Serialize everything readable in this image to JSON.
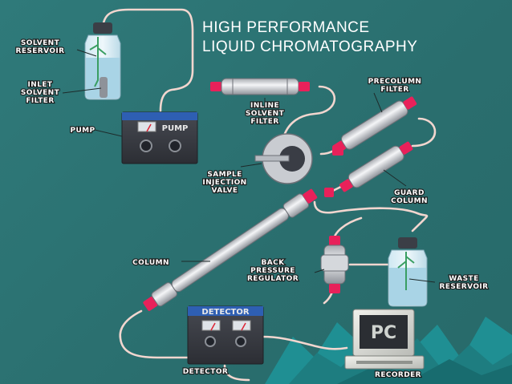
{
  "title": {
    "line1": "HIGH PERFORMANCE",
    "line2": "LIQUID CHROMATOGRAPHY"
  },
  "labels": {
    "solvent_reservoir": [
      "SOLVENT",
      "RESERVOIR"
    ],
    "inlet_solvent_filter": [
      "INLET",
      "SOLVENT",
      "FILTER"
    ],
    "pump": [
      "PUMP"
    ],
    "inline_solvent_filter": [
      "INLINE",
      "SOLVENT",
      "FILTER"
    ],
    "precolumn_filter": [
      "PRECOLUMN",
      "FILTER"
    ],
    "sample_injection_valve": [
      "SAMPLE",
      "INJECTION",
      "VALVE"
    ],
    "guard_column": [
      "GUARD",
      "COLUMN"
    ],
    "column": [
      "COLUMN"
    ],
    "back_pressure_regulator": [
      "BACK",
      "PRESSURE",
      "REGULATOR"
    ],
    "waste_reservoir": [
      "WASTE",
      "RESERVOIR"
    ],
    "detector": [
      "DETECTOR"
    ],
    "recorder": [
      "RECORDER"
    ]
  },
  "devices": {
    "pump_panel": "PUMP",
    "detector_panel": "DETECTOR",
    "pc_screen": "PC"
  },
  "colors": {
    "background": "#2c7272",
    "tubing": "#f2d6cf",
    "fitting": "#e8215a",
    "liquid": "#a9d4e6",
    "device_body": "#3a3d45",
    "device_top": "#2e5fb3"
  }
}
